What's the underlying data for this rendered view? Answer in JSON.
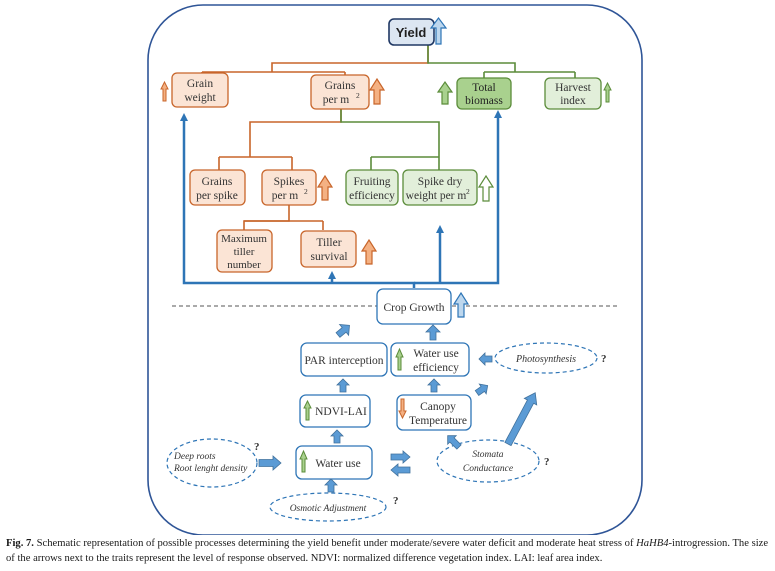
{
  "colors": {
    "orange_stroke": "#c8652a",
    "orange_fill": "#fbe4d5",
    "green_stroke": "#5b8c3a",
    "green_fill": "#e2efda",
    "blue_stroke": "#2e75b6",
    "blue_fill": "#dce6f2",
    "arrow_blue": "#5b9bd5",
    "up_orange_fill": "#f4b183",
    "up_green_fill": "#a9d18e",
    "up_blue_fill": "#bdd7ee"
  },
  "nodes": {
    "yield": "Yield",
    "grain_weight_1": "Grain",
    "grain_weight_2": "weight",
    "grains_per_m2_1": "Grains",
    "grains_per_m2_2": "per m",
    "total_biomass_1": "Total",
    "total_biomass_2": "biomass",
    "harvest_index_1": "Harvest",
    "harvest_index_2": "index",
    "grains_per_spike_1": "Grains",
    "grains_per_spike_2": "per spike",
    "spikes_per_m2_1": "Spikes",
    "spikes_per_m2_2": "per m",
    "fruiting_efficiency_1": "Fruiting",
    "fruiting_efficiency_2": "efficiency",
    "spike_dry_weight_1": "Spike dry",
    "spike_dry_weight_2": "weight per m",
    "max_tiller_1": "Maximum",
    "max_tiller_2": "tiller",
    "max_tiller_3": "number",
    "tiller_survival_1": "Tiller",
    "tiller_survival_2": "survival",
    "crop_growth": "Crop Growth",
    "par_interception": "PAR interception",
    "water_use_efficiency_1": "Water use",
    "water_use_efficiency_2": "efficiency",
    "photosynthesis": "Photosynthesis",
    "ndvi_lai": "NDVI-LAI",
    "canopy_temp_1": "Canopy",
    "canopy_temp_2": "Temperature",
    "deep_roots_1": "Deep roots",
    "deep_roots_2": "Root lenght density",
    "water_use": "Water use",
    "stomata_1": "Stomata",
    "stomata_2": "Conductance",
    "osmotic": "Osmotic Adjustment",
    "superscript_2": "2",
    "question": "?"
  },
  "caption": {
    "label": "Fig. 7.",
    "text_a": " Schematic representation of possible processes determining the yield benefit under moderate/severe water deficit and moderate heat stress of ",
    "gene": "HaHB4",
    "text_b": "-introgression. The size of the arrows next to the traits represent the level of response observed. NDVI: normalized difference vegetation index. LAI: leaf area index."
  }
}
